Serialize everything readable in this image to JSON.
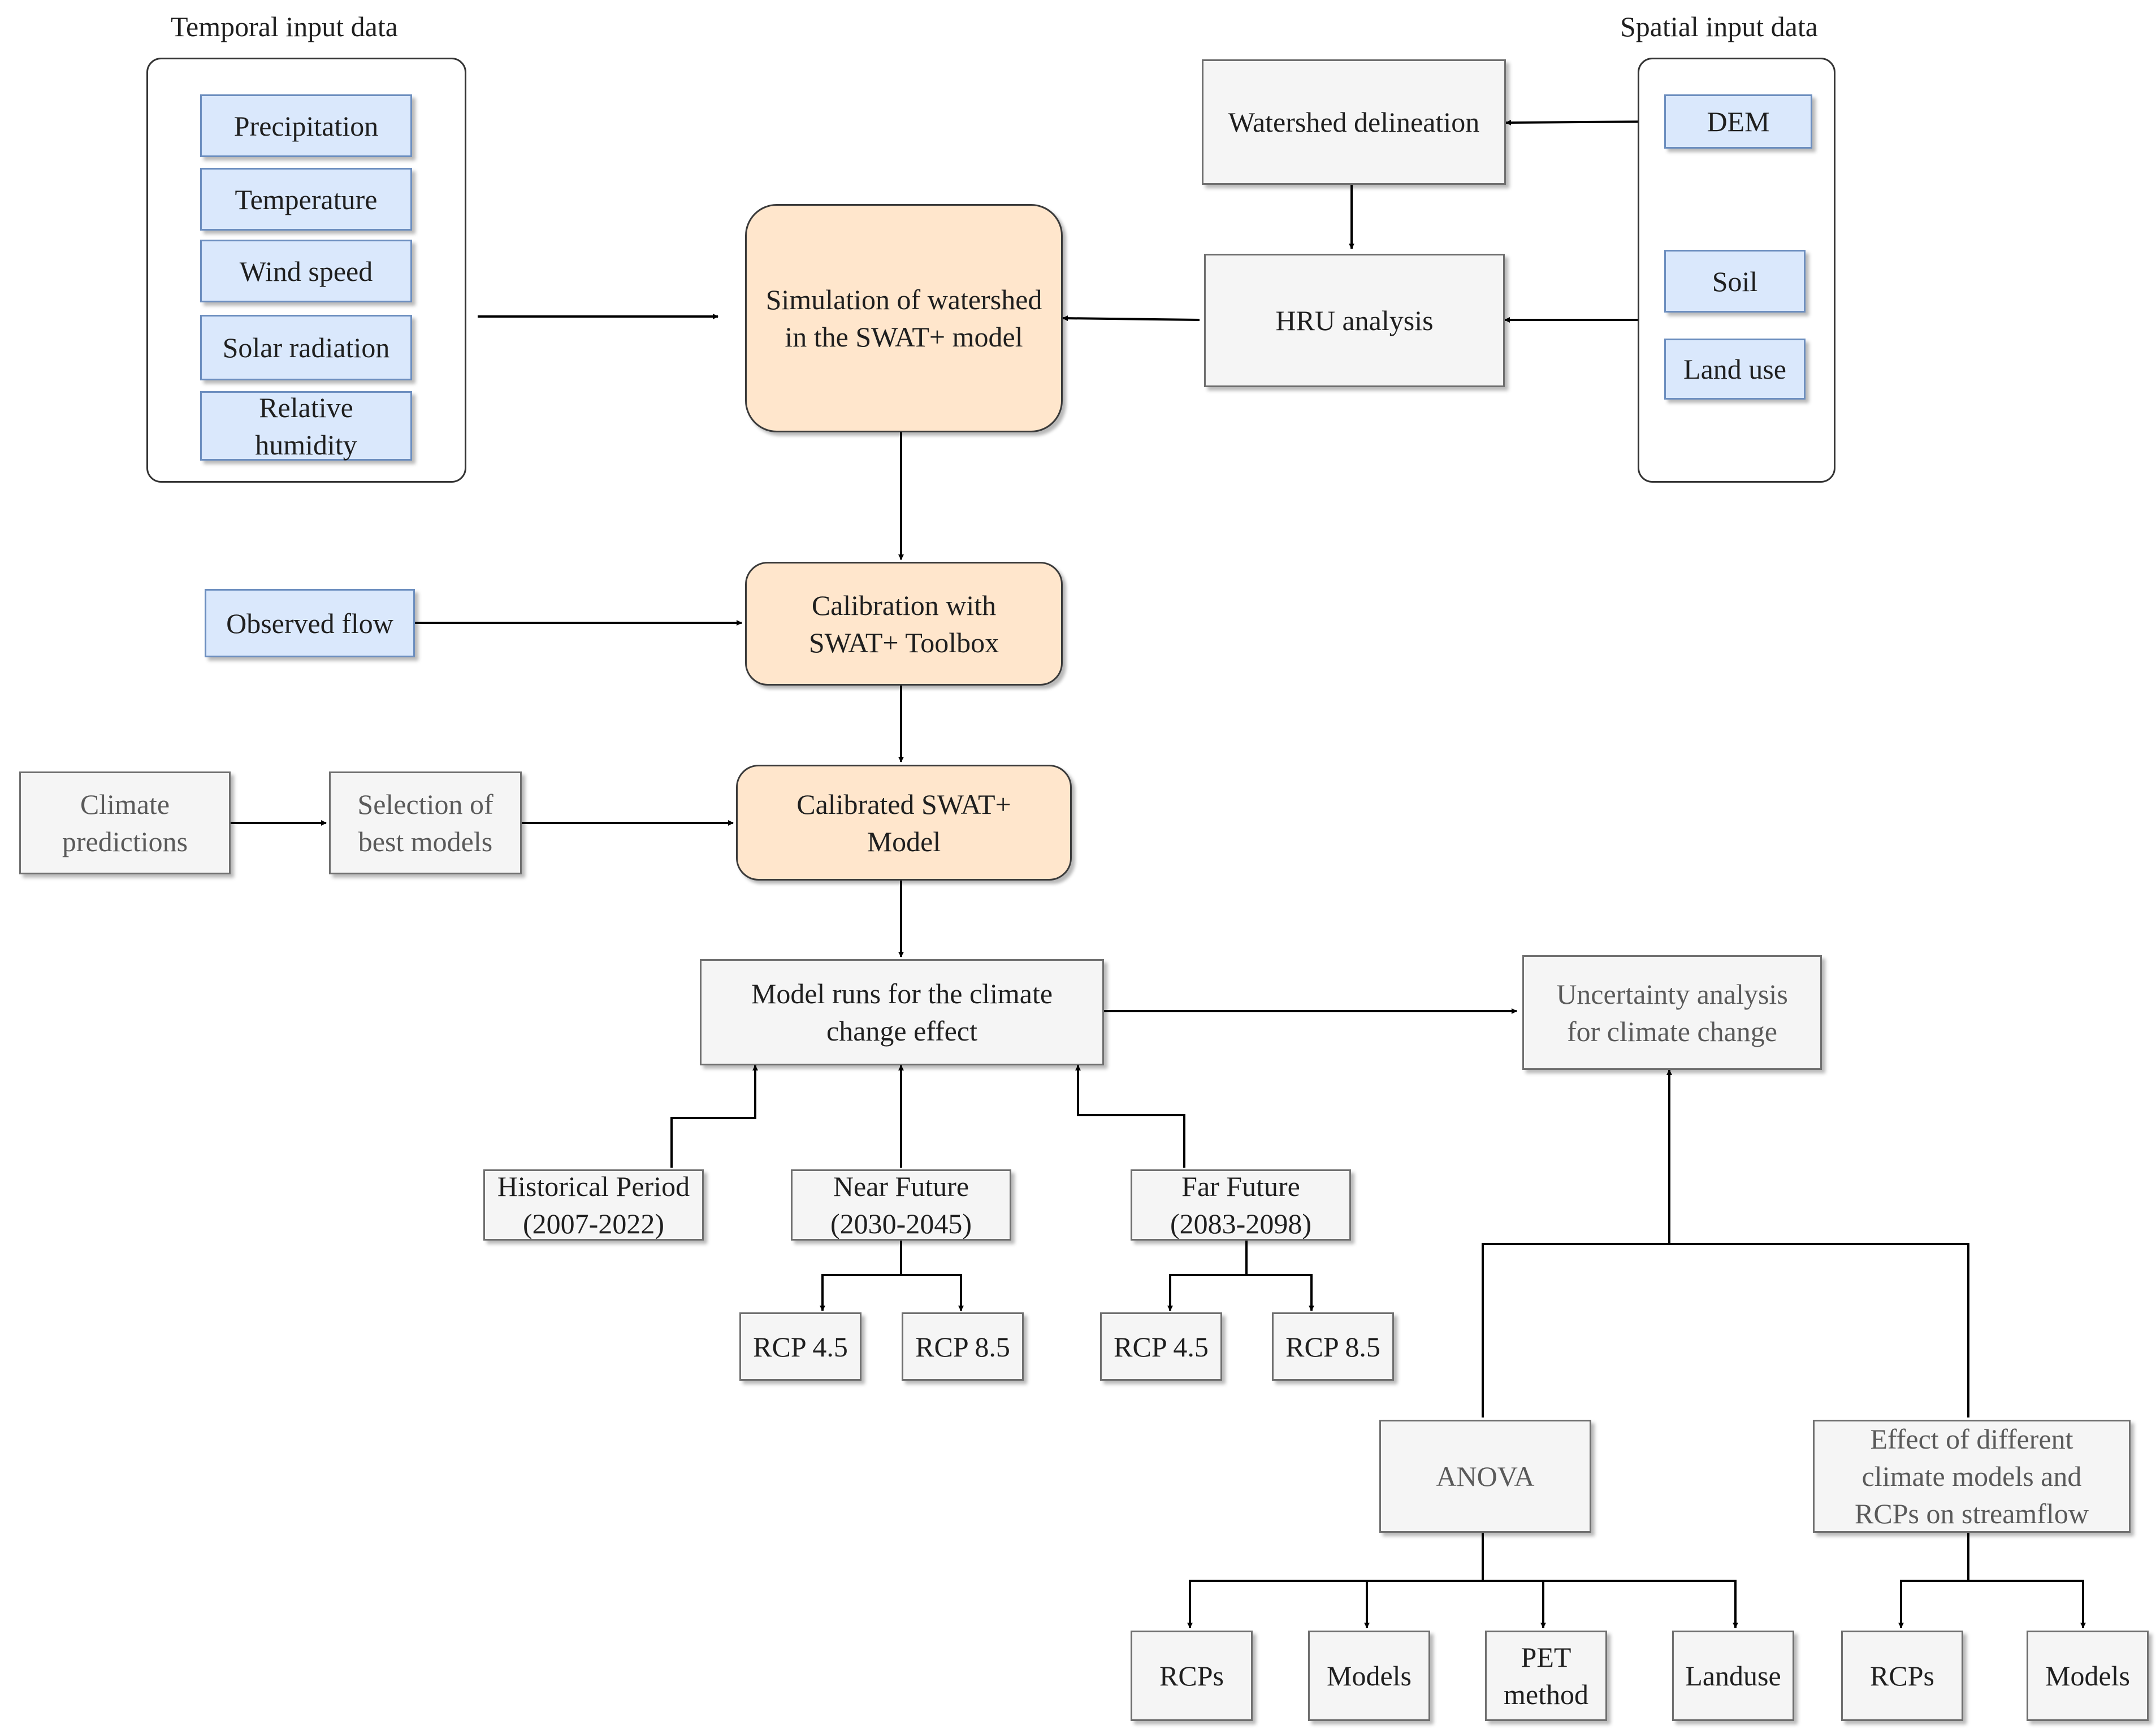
{
  "panels": {
    "temporal": {
      "title": "Temporal input data"
    },
    "spatial": {
      "title": "Spatial input data"
    }
  },
  "temporal_inputs": [
    "Precipitation",
    "Temperature",
    "Wind speed",
    "Solar radiation",
    "Relative\nhumidity"
  ],
  "spatial_inputs": {
    "dem": "DEM",
    "soil": "Soil",
    "land_use": "Land use"
  },
  "processing": {
    "watershed_delineation": "Watershed delineation",
    "hru_analysis": "HRU analysis"
  },
  "core": {
    "simulation": "Simulation of watershed\nin the SWAT+ model",
    "calibration": "Calibration with\nSWAT+ Toolbox",
    "calibrated_model": "Calibrated SWAT+\nModel"
  },
  "observed_flow": "Observed flow",
  "climate": {
    "predictions": "Climate\npredictions",
    "selection": "Selection of\nbest models"
  },
  "model_runs": "Model runs for the climate\nchange effect",
  "periods": {
    "historical": "Historical Period\n(2007-2022)",
    "near_future": "Near Future\n(2030-2045)",
    "far_future": "Far Future\n(2083-2098)"
  },
  "scenarios": {
    "near_rcp45": "RCP 4.5",
    "near_rcp85": "RCP 8.5",
    "far_rcp45": "RCP 4.5",
    "far_rcp85": "RCP 8.5"
  },
  "uncertainty": {
    "title": "Uncertainty analysis\nfor climate change",
    "anova": "ANOVA",
    "effect": "Effect of different\nclimate models and\nRCPs on streamflow"
  },
  "anova_factors": [
    "RCPs",
    "Models",
    "PET\nmethod",
    "Landuse"
  ],
  "effect_factors": [
    "RCPs",
    "Models"
  ],
  "colors": {
    "input_fill": "#dae8fc",
    "input_stroke": "#6c8ebf",
    "core_fill": "#ffe6cc",
    "process_fill": "#f5f5f5",
    "process_stroke": "#6f6f6f"
  }
}
